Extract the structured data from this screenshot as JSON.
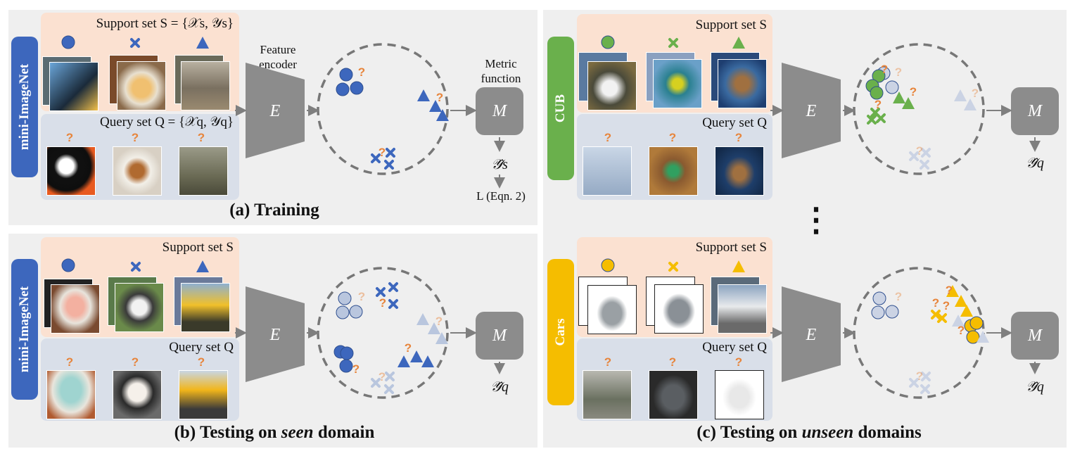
{
  "colors": {
    "blue": "#3d67bd",
    "green": "#6ab04c",
    "yellow": "#f5bd00",
    "orange_q": "#e7853c",
    "panel_bg": "#efefef",
    "support_bg": "#fbe1d1",
    "query_bg": "#d9dfe9",
    "encoder": "#8c8c8c"
  },
  "panel_a": {
    "caption": "(a) Training",
    "dataset_tag": "mini-ImageNet",
    "support_title": "Support set S = {𝒳s, 𝒴s}",
    "query_title": "Query set Q = {𝒳q, 𝒴q}",
    "feature_encoder": "Feature\nencoder",
    "encoder_symbol": "E",
    "metric_function": "Metric\nfunction",
    "metric_symbol": "M",
    "output": "𝒴̂s",
    "loss": "L (Eqn. 2)"
  },
  "panel_b": {
    "caption_pre": "(b) Testing on ",
    "caption_em": "seen",
    "caption_post": " domain",
    "dataset_tag": "mini-ImageNet",
    "support_title": "Support set S",
    "query_title": "Query set Q",
    "encoder_symbol": "E",
    "metric_symbol": "M",
    "output": "𝒴̂q"
  },
  "panel_c": {
    "caption_pre": "(c) Testing on ",
    "caption_em": "unseen",
    "caption_post": " domains",
    "top": {
      "dataset_tag": "CUB",
      "support_title": "Support set S",
      "query_title": "Query set Q",
      "encoder_symbol": "E",
      "metric_symbol": "M",
      "output": "𝒴̂q"
    },
    "bottom": {
      "dataset_tag": "Cars",
      "support_title": "Support set S",
      "query_title": "Query set Q",
      "encoder_symbol": "E",
      "metric_symbol": "M",
      "output": "𝒴̂q"
    },
    "ellipsis": "⋮"
  },
  "question_mark": "?"
}
